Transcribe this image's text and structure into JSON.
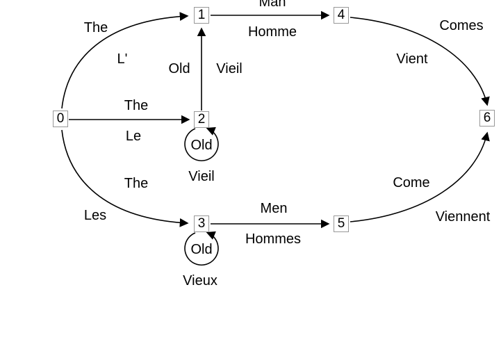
{
  "diagram": {
    "type": "word-lattice",
    "colors": {
      "line": "#000000",
      "node_border": "#979797",
      "background": "#ffffff"
    },
    "nodes": [
      {
        "label": "0"
      },
      {
        "label": "1"
      },
      {
        "label": "2"
      },
      {
        "label": "3"
      },
      {
        "label": "4"
      },
      {
        "label": "5"
      },
      {
        "label": "6"
      }
    ],
    "edges": [
      {
        "from": "0",
        "to": "1",
        "en": "The",
        "fr": "L'"
      },
      {
        "from": "0",
        "to": "2",
        "en": "The",
        "fr": "Le"
      },
      {
        "from": "0",
        "to": "3",
        "en": "The",
        "fr": "Les"
      },
      {
        "from": "1",
        "to": "4",
        "en": "Man",
        "fr": "Homme"
      },
      {
        "from": "2",
        "to": "1",
        "en": "Old",
        "fr": "Vieil"
      },
      {
        "from": "2",
        "to": "2",
        "en": "Old",
        "fr": "Vieil"
      },
      {
        "from": "3",
        "to": "3",
        "en": "Old",
        "fr": "Vieux"
      },
      {
        "from": "3",
        "to": "5",
        "en": "Men",
        "fr": "Hommes"
      },
      {
        "from": "4",
        "to": "6",
        "en": "Comes",
        "fr": "Vient"
      },
      {
        "from": "5",
        "to": "6",
        "en": "Come",
        "fr": "Viennent"
      }
    ]
  }
}
